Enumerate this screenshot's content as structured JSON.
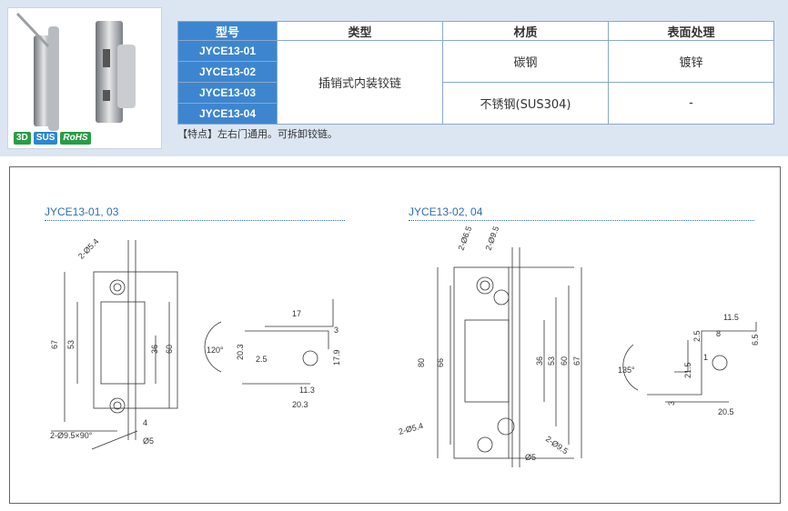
{
  "table": {
    "headers": [
      "型号",
      "类型",
      "材质",
      "表面处理"
    ],
    "models": [
      "JYCE13-01",
      "JYCE13-02",
      "JYCE13-03",
      "JYCE13-04"
    ],
    "type": "插销式内装铰链",
    "material_1": "碳钢",
    "material_2": "不锈钢(SUS304)",
    "surface_1": "镀锌",
    "surface_2": "-"
  },
  "badges": [
    "3D",
    "SUS",
    "RoHS"
  ],
  "feature": "【特点】左右门通用。可拆卸铰链。",
  "drawings": {
    "left_title": "JYCE13-01, 03",
    "right_title": "JYCE13-02, 04",
    "left_dims": [
      "2-Ø5.4",
      "67",
      "53",
      "36",
      "60",
      "2-Ø9.5×90°",
      "4",
      "Ø5",
      "120°",
      "17",
      "3",
      "20.3",
      "2.5",
      "11.3",
      "17.9",
      "20.3"
    ],
    "right_dims": [
      "2-Ø6.5",
      "2-Ø9.5",
      "80",
      "66",
      "36",
      "53",
      "60",
      "67",
      "2-Ø5.4",
      "Ø5",
      "2-Ø9.5",
      "135°",
      "11.5",
      "2.5",
      "8",
      "6.5",
      "21.5",
      "1",
      "3",
      "20.5"
    ]
  }
}
